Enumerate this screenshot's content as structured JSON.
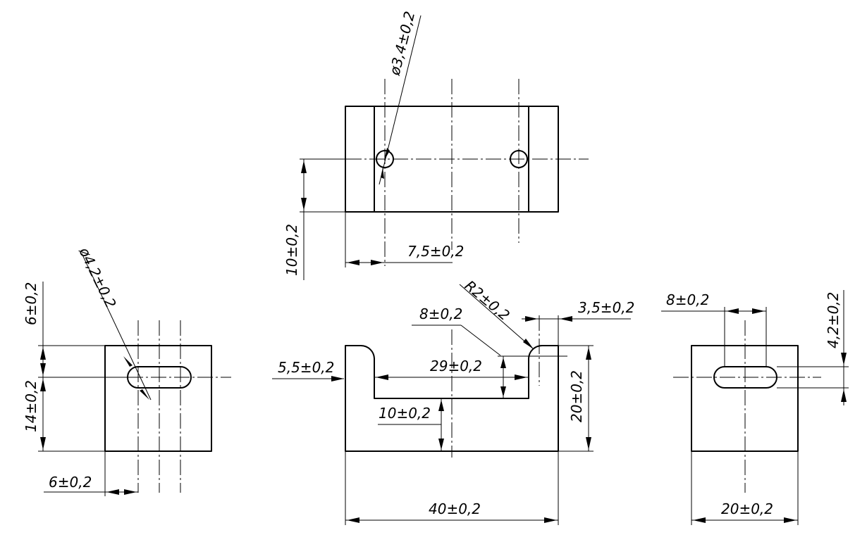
{
  "drawing": {
    "stroke_color": "#000000",
    "background": "#ffffff"
  },
  "dimensions": {
    "hole_diameter": "ø3,4±0,2",
    "hole_offset_height": "10±0,2",
    "hole_offset_width": "7,5±0,2",
    "left_view_hole": "ø4,2±0,2",
    "left_view_top": "6±0,2",
    "left_view_height": "14±0,2",
    "left_view_offset": "6±0,2",
    "front_radius": "R2±0,2",
    "front_depth": "8±0,2",
    "front_right_wall": "3,5±0,2",
    "front_left_wall": "5,5±0,2",
    "front_slot_width": "29±0,2",
    "front_floor": "10±0,2",
    "front_height": "20±0,2",
    "front_width": "40±0,2",
    "right_slot_width": "8±0,2",
    "right_slot_height": "4,2±0,2",
    "right_width": "20±0,2"
  }
}
